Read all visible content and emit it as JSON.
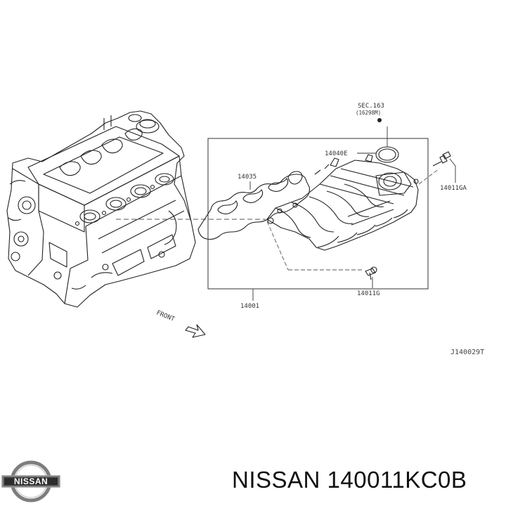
{
  "diagram": {
    "labels": {
      "sec": "SEC.163",
      "sec_sub": "(16298M)",
      "p14040e": "14040E",
      "p14035": "14035",
      "p14011ga": "14011GA",
      "p14011g": "14011G",
      "p14001": "14001",
      "front": "FRONT"
    },
    "reference_code": "J140029T"
  },
  "brand": {
    "logo_text": "NISSAN"
  },
  "part": {
    "title": "NISSAN 140011KC0B"
  }
}
